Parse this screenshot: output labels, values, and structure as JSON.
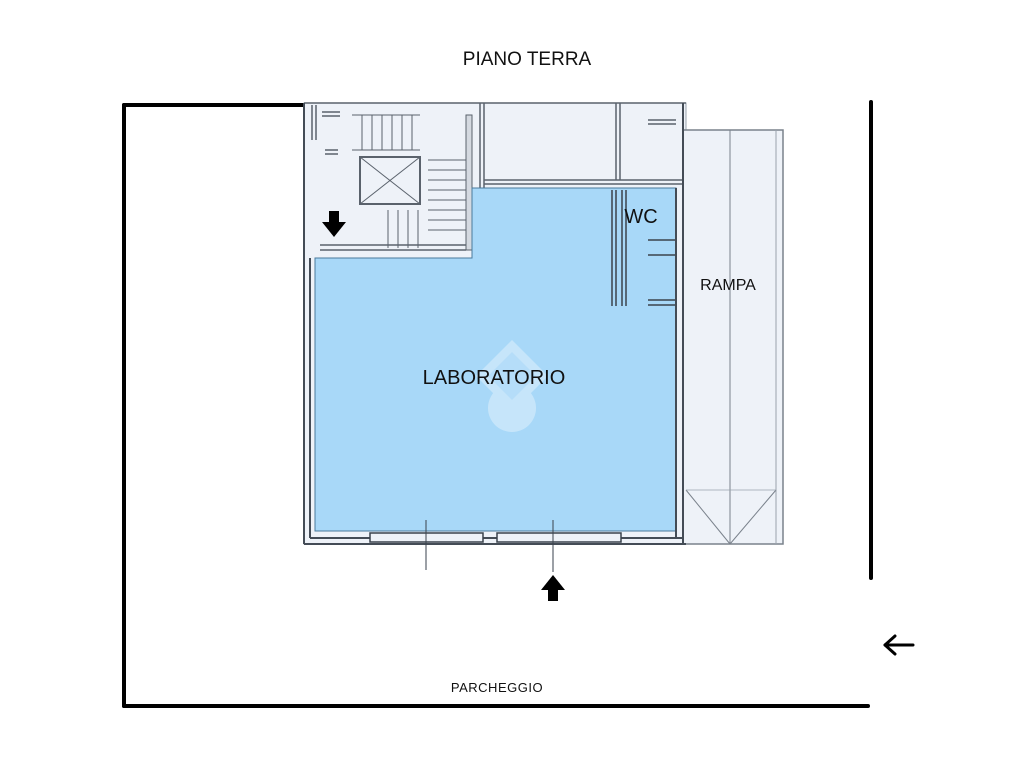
{
  "floor_title": "PIANO TERRA",
  "rooms": {
    "laboratorio": "LABORATORIO",
    "wc": "WC",
    "rampa": "RAMPA"
  },
  "outdoor": {
    "parking": "PARCHEGGIO"
  },
  "colors": {
    "room_fill": "#a8d8f8",
    "structure_fill": "#eef2f8",
    "wall_line": "#111111",
    "perimeter_line": "#000000"
  },
  "icons": {
    "entrance_arrow_top": "arrow-down-icon",
    "entrance_arrow_bottom": "arrow-up-icon",
    "access_arrow_right": "arrow-left-icon",
    "watermark": "logo-watermark-icon"
  }
}
